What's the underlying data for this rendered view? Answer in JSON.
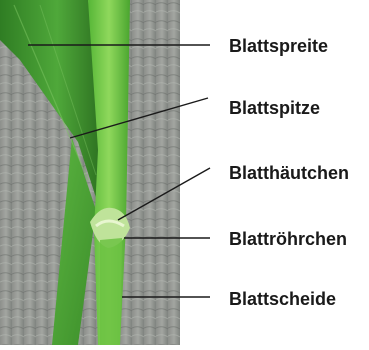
{
  "labels": {
    "blade": "Blattspreite",
    "tip": "Blattspitze",
    "ligule": "Blatthäutchen",
    "tube": "Blattröhrchen",
    "sheath": "Blattscheide"
  }
}
